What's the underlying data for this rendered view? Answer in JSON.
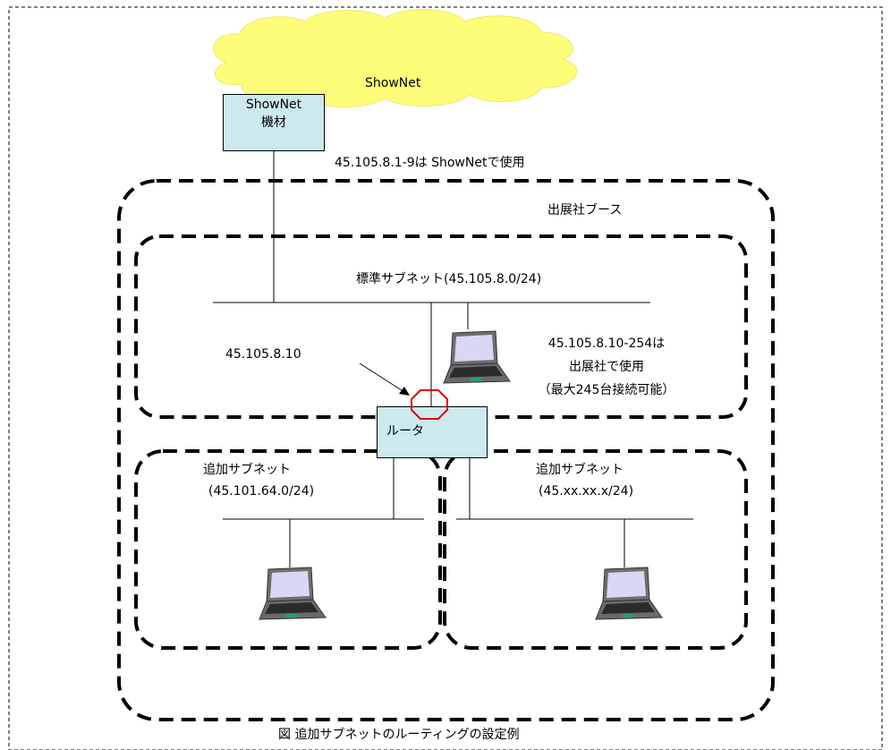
{
  "cloud_label": "ShowNet",
  "equipment_label_line1": "ShowNet",
  "equipment_label_line2": "機材",
  "shownet_range_note": "45.105.8.1-9は ShowNetで使用",
  "booth_label": "出展社ブース",
  "standard_subnet_label": "標準サブネット(45.105.8.0/24)",
  "router_ip_label": "45.105.8.10",
  "exhibitor_note_line1": "45.105.8.10-254は",
  "exhibitor_note_line2": "出展社で使用",
  "exhibitor_note_line3": "（最大245台接続可能）",
  "router_label": "ルータ",
  "added_subnet_left_line1": "追加サブネット",
  "added_subnet_left_line2": "(45.101.64.0/24)",
  "added_subnet_right_line1": "追加サブネット",
  "added_subnet_right_line2": "(45.xx.xx.x/24)",
  "figure_caption": "図 追加サブネットのルーティングの設定例"
}
